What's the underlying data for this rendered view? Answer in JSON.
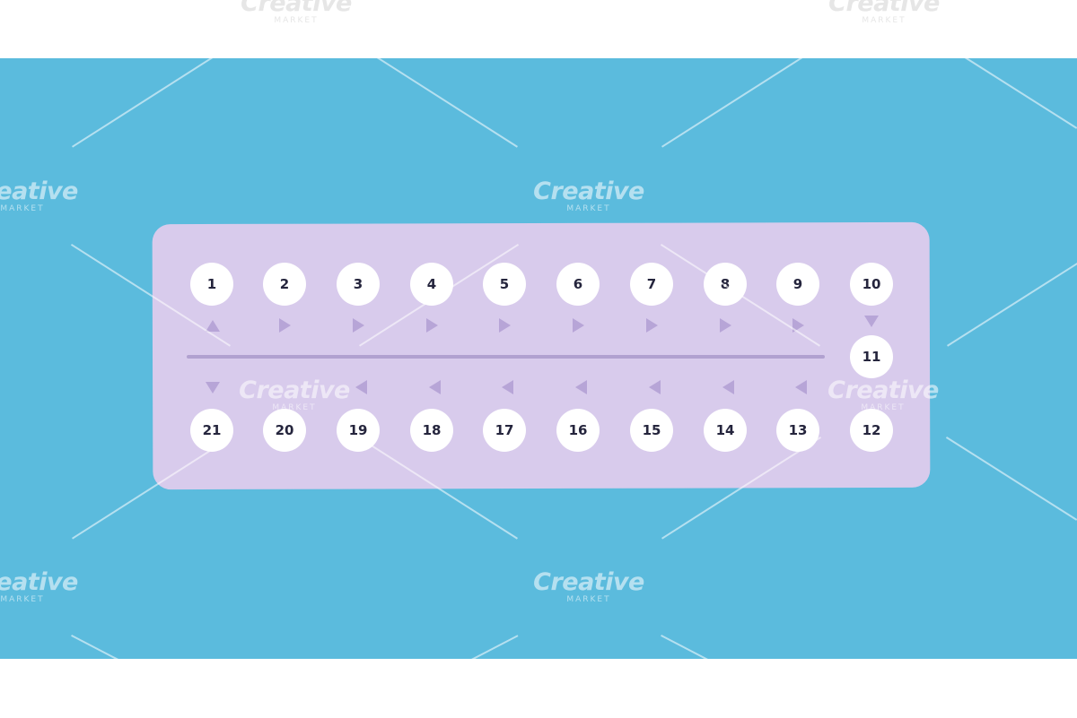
{
  "colors": {
    "background": "#ffffff",
    "band": "#5bbbdd",
    "pack": "#d8cbec",
    "pill": "#ffffff",
    "pill_text": "#25253d",
    "arrow": "#b7a5d7",
    "divider": "#b1a1d0"
  },
  "pills": [
    {
      "label": "1"
    },
    {
      "label": "2"
    },
    {
      "label": "3"
    },
    {
      "label": "4"
    },
    {
      "label": "5"
    },
    {
      "label": "6"
    },
    {
      "label": "7"
    },
    {
      "label": "8"
    },
    {
      "label": "9"
    },
    {
      "label": "10"
    },
    {
      "label": "11"
    },
    {
      "label": "12"
    },
    {
      "label": "13"
    },
    {
      "label": "14"
    },
    {
      "label": "15"
    },
    {
      "label": "16"
    },
    {
      "label": "17"
    },
    {
      "label": "18"
    },
    {
      "label": "19"
    },
    {
      "label": "20"
    },
    {
      "label": "21"
    }
  ],
  "watermark": {
    "brand": "Creative",
    "sub": "MARKET"
  }
}
